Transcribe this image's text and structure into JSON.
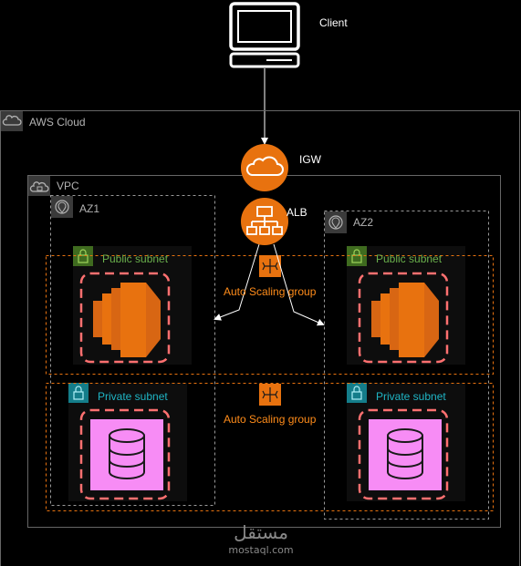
{
  "client": {
    "label": "Client"
  },
  "aws_cloud": {
    "label": "AWS Cloud"
  },
  "igw": {
    "label": "IGW"
  },
  "vpc": {
    "label": "VPC"
  },
  "alb": {
    "label": "ALB"
  },
  "az1": {
    "label": "AZ1"
  },
  "az2": {
    "label": "AZ2"
  },
  "public_subnet_1": {
    "label": "Public subnet"
  },
  "public_subnet_2": {
    "label": "Public subnet"
  },
  "private_subnet_1": {
    "label": "Private subnet"
  },
  "private_subnet_2": {
    "label": "Private subnet"
  },
  "asg_public": {
    "label": "Auto Scaling group"
  },
  "asg_private": {
    "label": "Auto Scaling group"
  },
  "watermark": {
    "arabic": "مستقل",
    "latin": "mostaql.com"
  },
  "colors": {
    "orange": "#e8720f",
    "compute_orange": "#d86613",
    "db_pink": "#f78cf5",
    "dashed_red": "#ff7070",
    "green": "#6ab04c",
    "teal": "#1fb5c5",
    "grey": "#666666"
  }
}
